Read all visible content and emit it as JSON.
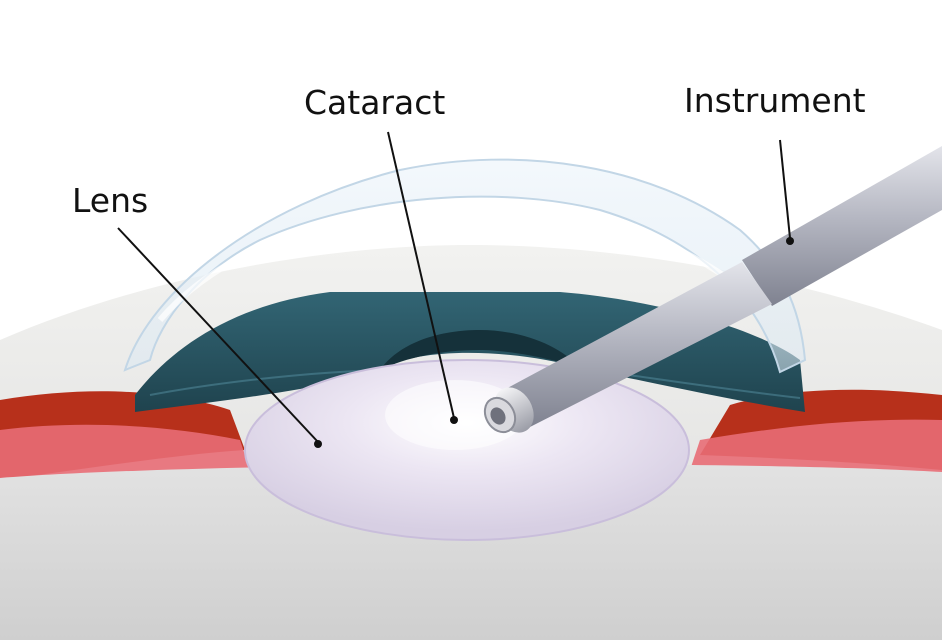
{
  "labels": {
    "cataract": "Cataract",
    "instrument": "Instrument",
    "lens": "Lens"
  },
  "colors": {
    "sclera": "#e9e9e7",
    "iris": "#2a5663",
    "iris_dark": "#1d3e48",
    "ciliary_red": "#b7301b",
    "ciliary_pink": "#e86d76",
    "lens": "#e6dff0",
    "cornea": "#e7f0f8",
    "instrument": "#b7b9c4",
    "leader_line": "#111111"
  },
  "icons": {
    "instrument": "phaco-probe-icon"
  }
}
